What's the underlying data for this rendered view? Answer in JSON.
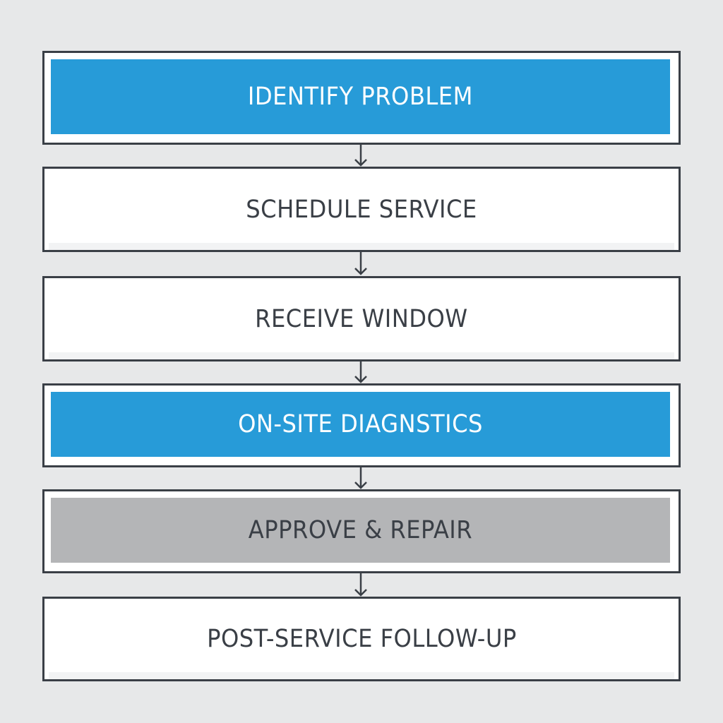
{
  "steps": [
    {
      "label": "IDENTIFY PROBLEM",
      "fill": "#279bd8",
      "text_color": "#ffffff"
    },
    {
      "label": "SCHEDULE SERVICE",
      "fill": "#ffffff",
      "text_color": "#3a3f46"
    },
    {
      "label": "RECEIVE WINDOW",
      "fill": "#ffffff",
      "text_color": "#3a3f46"
    },
    {
      "label": "ON-SITE DIAGNSTICS",
      "fill": "#279bd8",
      "text_color": "#ffffff"
    },
    {
      "label": "APPROVE & REPAIR",
      "fill": "#b4b5b7",
      "text_color": "#3a3f46"
    },
    {
      "label": "POST-SERVICE FOLLOW-UP",
      "fill": "#ffffff",
      "text_color": "#3a3f46"
    }
  ],
  "colors": {
    "background": "#e7e8e9",
    "border": "#3a3f46",
    "accent_blue": "#279bd8",
    "gray": "#b4b5b7"
  }
}
